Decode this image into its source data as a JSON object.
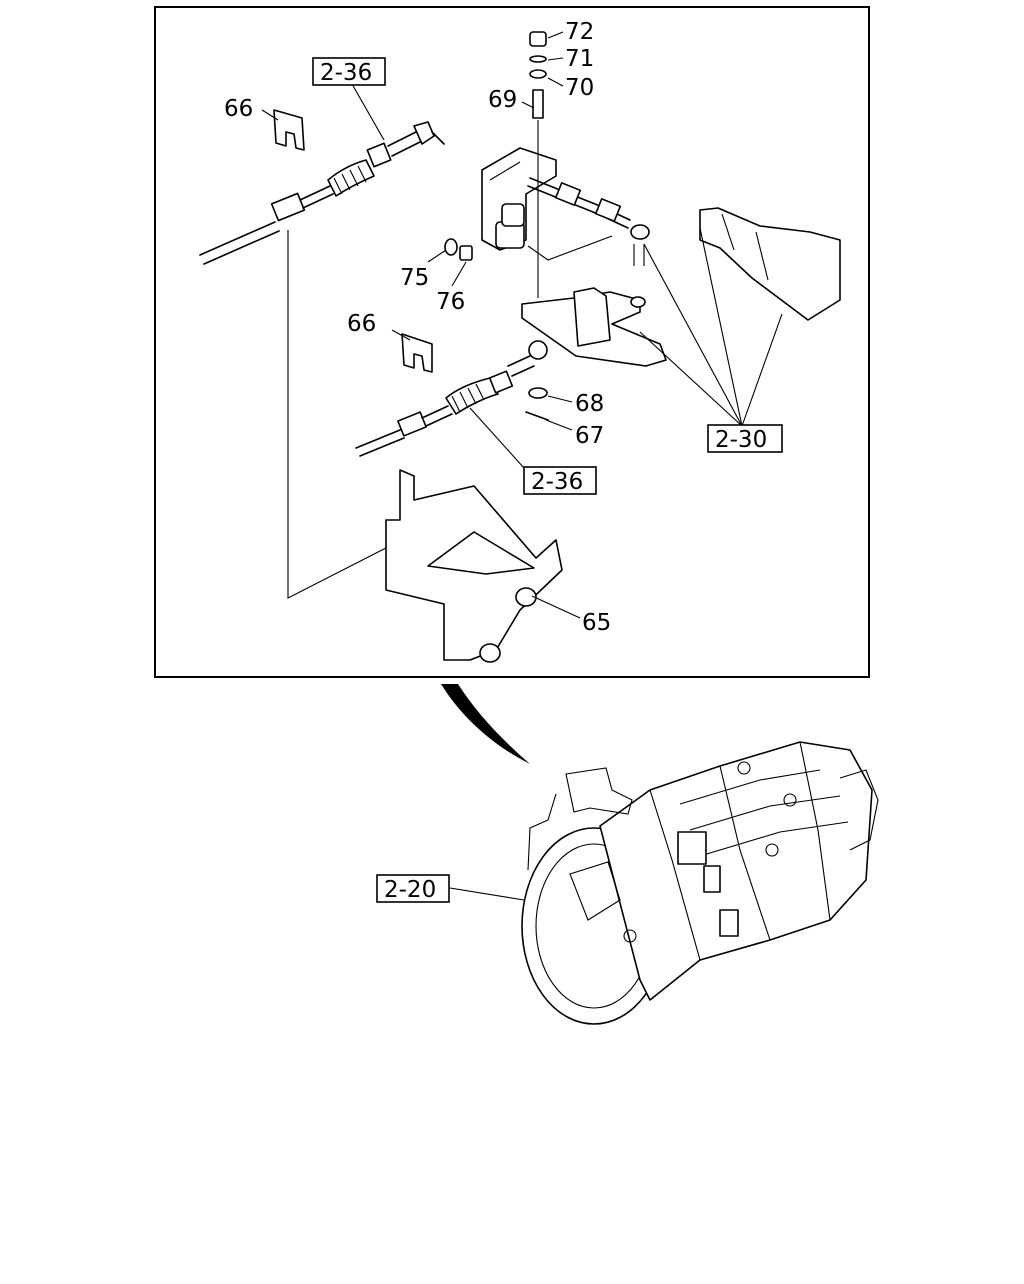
{
  "parts": {
    "p72": "72",
    "p71": "71",
    "p70": "70",
    "p69": "69",
    "p66a": "66",
    "p66b": "66",
    "p75": "75",
    "p76": "76",
    "p68": "68",
    "p67": "67",
    "p65": "65"
  },
  "refs": {
    "r236a": "2-36",
    "r236b": "2-36",
    "r230": "2-30",
    "r220": "2-20"
  }
}
